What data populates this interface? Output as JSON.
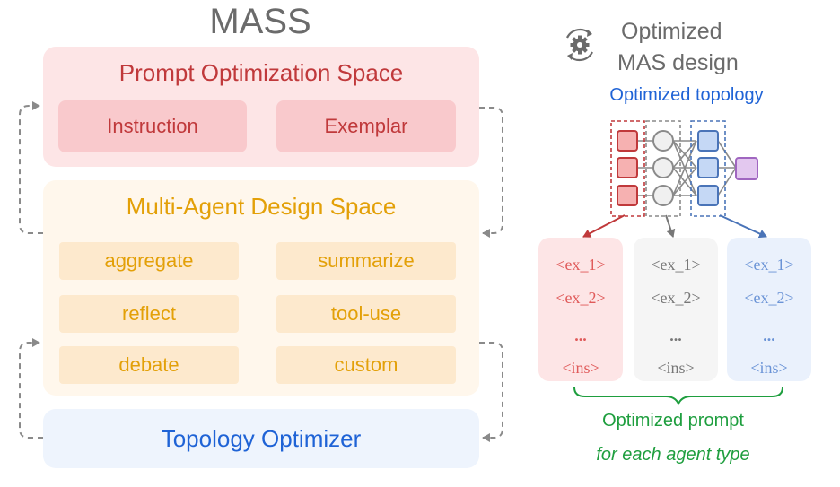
{
  "title": "MASS",
  "prompt_space": {
    "title": "Prompt Optimization Space",
    "items": [
      "Instruction",
      "Exemplar"
    ]
  },
  "design_space": {
    "title": "Multi-Agent Design Space",
    "items": [
      "aggregate",
      "summarize",
      "reflect",
      "tool-use",
      "debate",
      "custom"
    ]
  },
  "topology_optimizer": {
    "label": "Topology Optimizer"
  },
  "optimized": {
    "title_line1": "Optimized",
    "title_line2": "MAS design",
    "icon": "gear-sync-icon",
    "topology_label": "Optimized topology",
    "prompt_label": "Optimized prompt",
    "prompt_sublabel": "for each agent type"
  },
  "agent_cards": [
    {
      "lines": [
        "<ex_1>",
        "<ex_2>",
        "...",
        "<ins>"
      ],
      "color": "#e05a5a",
      "bg": "#fde5e6"
    },
    {
      "lines": [
        "<ex_1>",
        "<ex_2>",
        "...",
        "<ins>"
      ],
      "color": "#777777",
      "bg": "#f5f5f5"
    },
    {
      "lines": [
        "<ex_1>",
        "<ex_2>",
        "...",
        "<ins>"
      ],
      "color": "#6a93d6",
      "bg": "#eaf1fc"
    }
  ],
  "colors": {
    "red": "#c0393b",
    "orange": "#e3a008",
    "blue": "#1f63d6",
    "green": "#1e9e3e",
    "purple": "#a066c0"
  }
}
